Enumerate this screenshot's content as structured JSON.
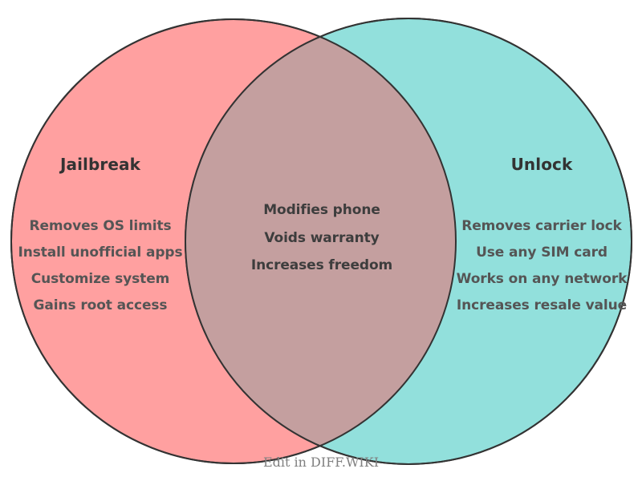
{
  "diagram": {
    "type": "venn-2-set",
    "background_color": "#ffffff",
    "stroke_color": "#333333",
    "left_set": {
      "title": "Jailbreak",
      "fill_color": "#FFA0A0",
      "items": [
        "Removes OS limits",
        "Install unofficial apps",
        "Customize system",
        "Gains root access"
      ]
    },
    "right_set": {
      "title": "Unlock",
      "fill_color": "#92E0DC",
      "items": [
        "Removes carrier lock",
        "Use any SIM card",
        "Works on any network",
        "Increases resale value"
      ]
    },
    "intersection": {
      "fill_color": "#C49F9F",
      "items": [
        "Modifies phone",
        "Voids warranty",
        "Increases freedom"
      ]
    }
  },
  "footer": {
    "edit_link": "Edit in DIFF.WIKI"
  }
}
